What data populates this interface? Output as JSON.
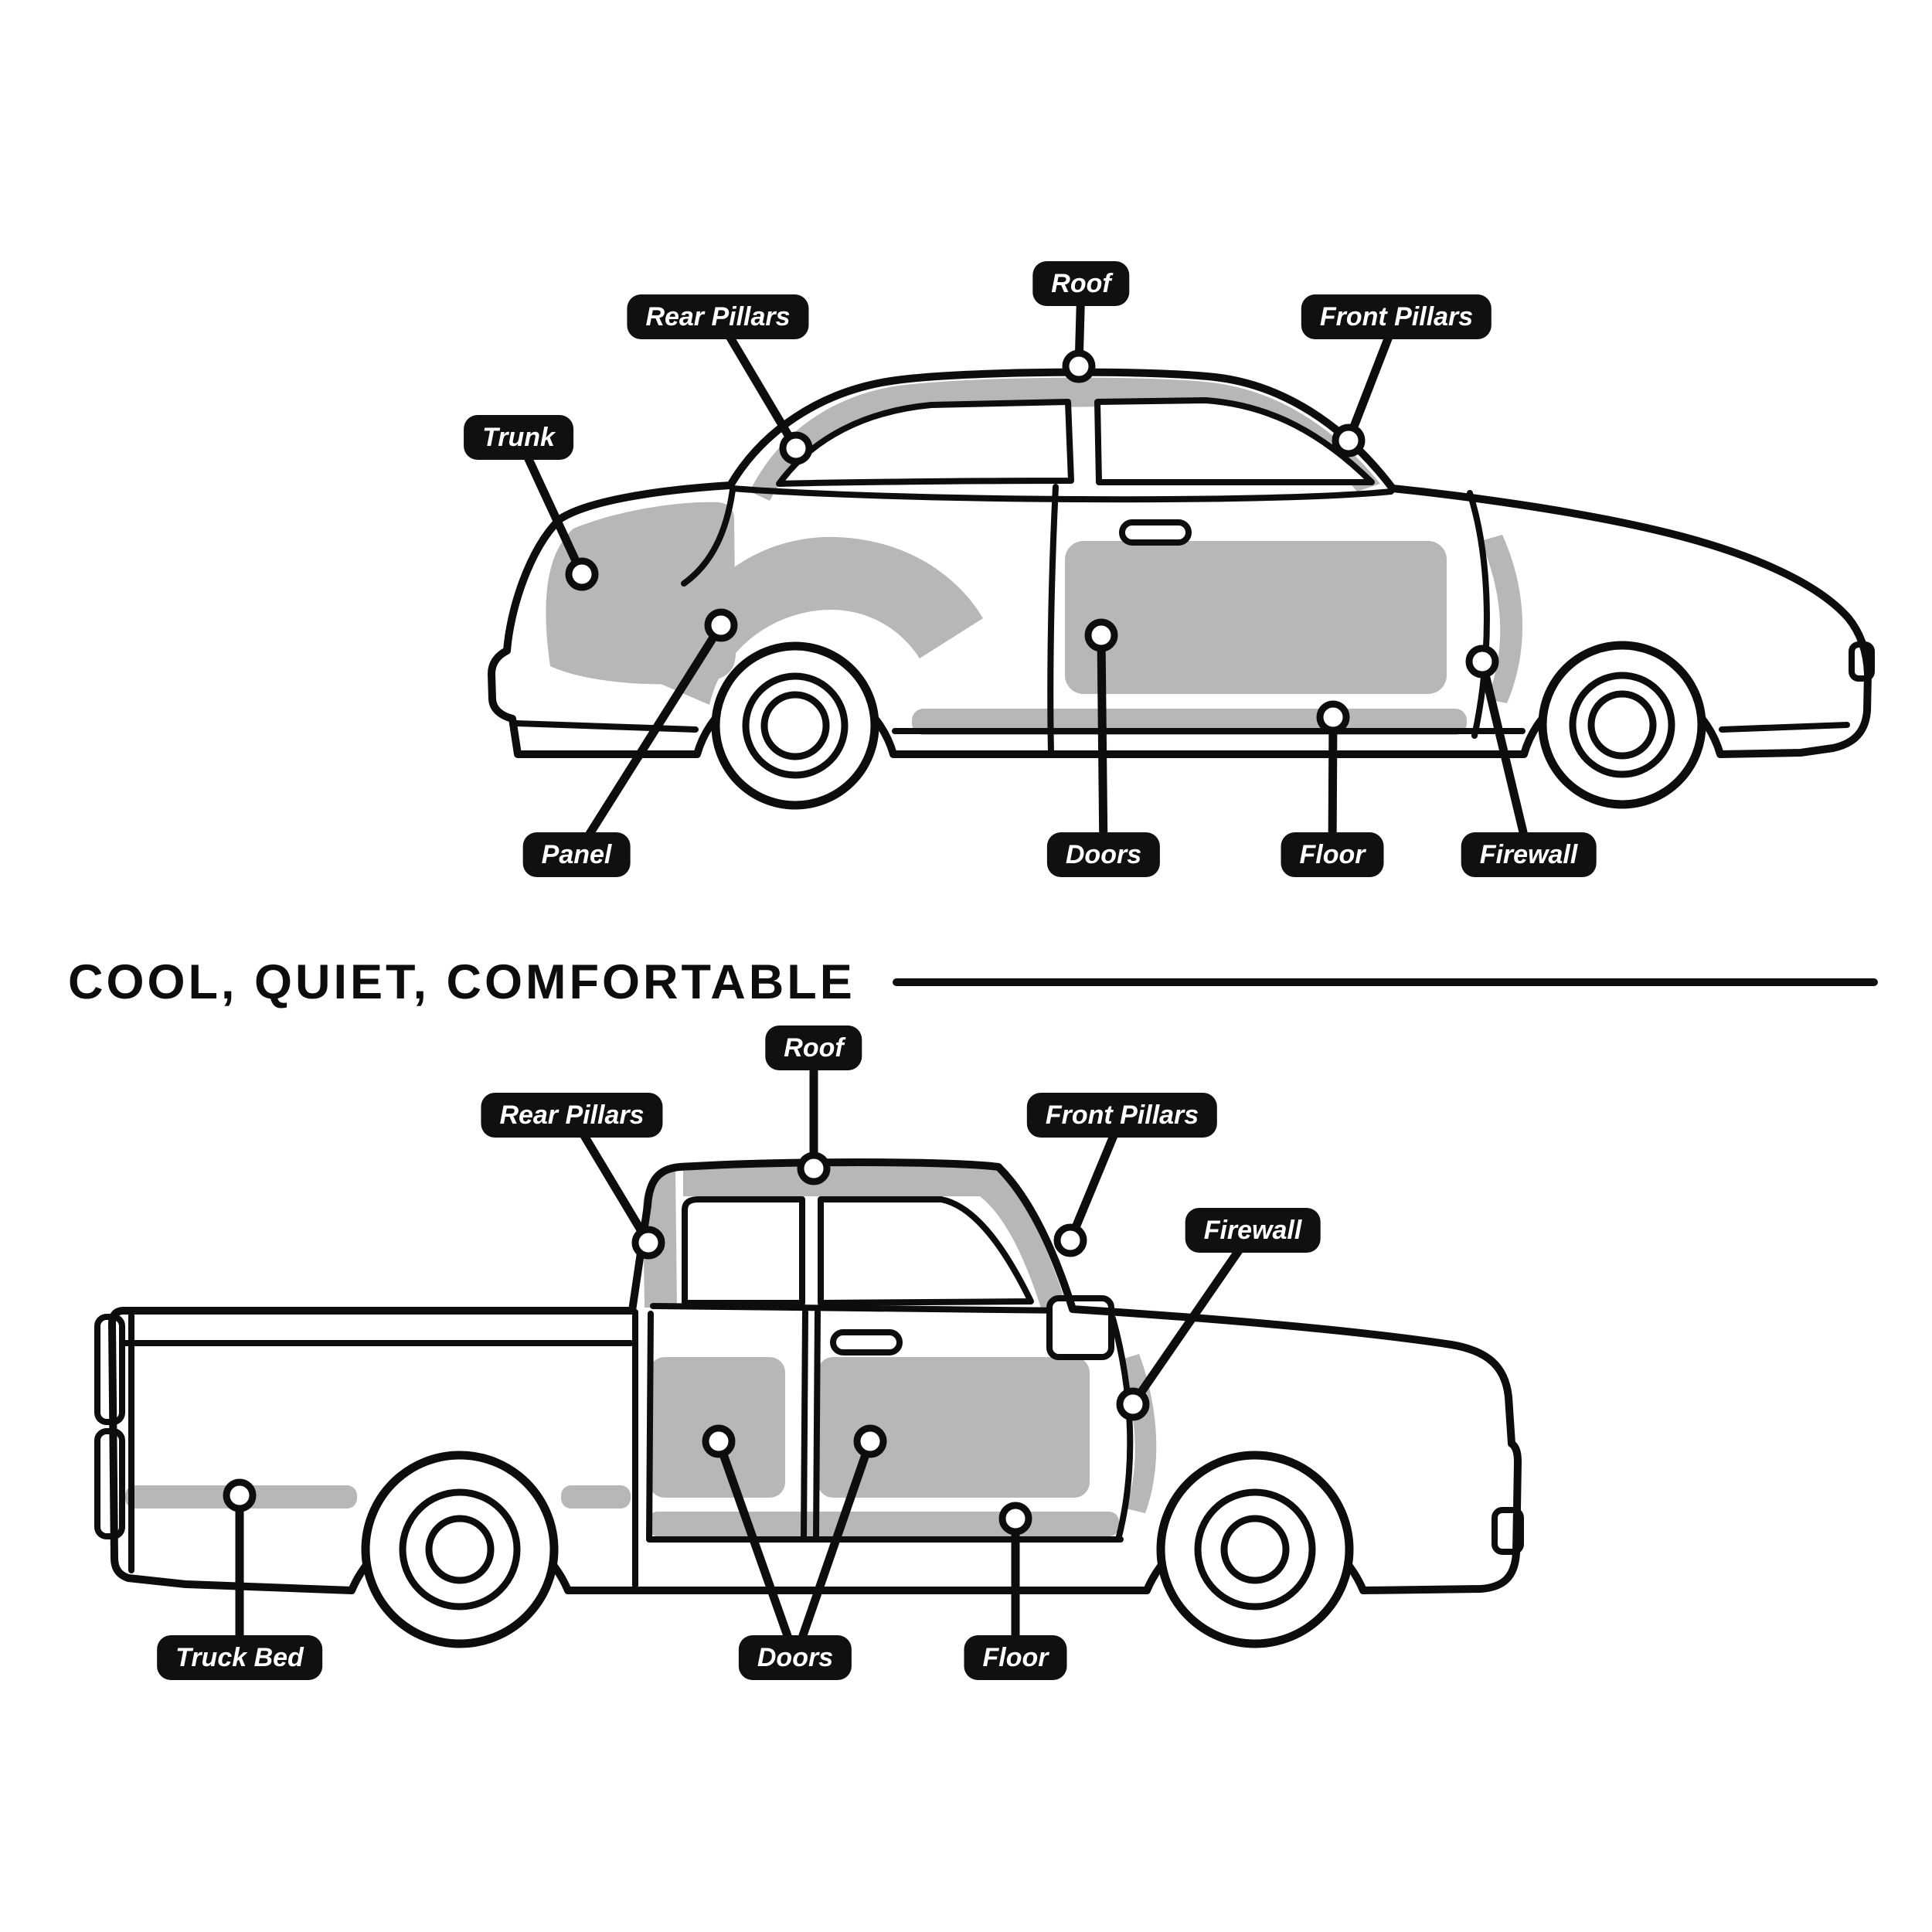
{
  "heading": {
    "title": "COOL, QUIET, COMFORTABLE"
  },
  "colors": {
    "ink": "#0d0d0d",
    "shade": "#b7b7b7",
    "label_bg": "#101010",
    "label_text": "#ffffff"
  },
  "car": {
    "name": "sedan side view",
    "labels": {
      "roof": "Roof",
      "rear_pillars": "Rear Pillars",
      "front_pillars": "Front Pillars",
      "trunk": "Trunk",
      "panel": "Panel",
      "doors": "Doors",
      "floor": "Floor",
      "firewall": "Firewall"
    }
  },
  "truck": {
    "name": "pickup truck side view",
    "labels": {
      "roof": "Roof",
      "rear_pillars": "Rear Pillars",
      "front_pillars": "Front Pillars",
      "firewall": "Firewall",
      "truck_bed": "Truck Bed",
      "doors": "Doors",
      "floor": "Floor"
    }
  }
}
